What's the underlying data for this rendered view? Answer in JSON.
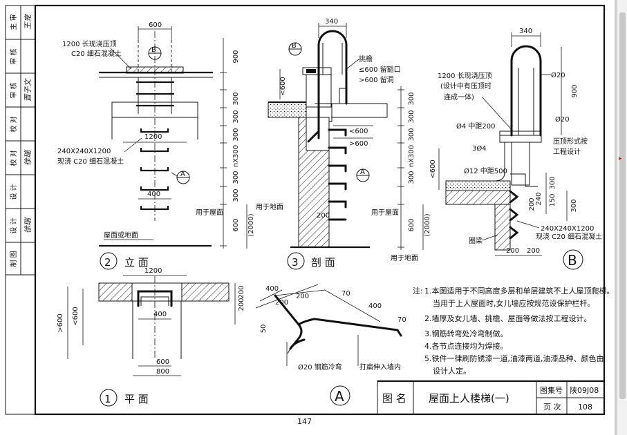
{
  "viewer": {
    "page_number": "147",
    "page_marker": "▸"
  },
  "sheet": {
    "title_block": {
      "atlas_label": "图集号",
      "atlas_number": "陕09J08",
      "drawing_name_label": "图  名",
      "drawing_name": "屋面上人楼梯(一)",
      "page_label": "页  次",
      "page_value": "108"
    },
    "side_strip": [
      {
        "role": "主  审",
        "signature": "王宠"
      },
      {
        "role": "审  核",
        "signature": ""
      },
      {
        "role": "审  核",
        "signature": "晋子文"
      },
      {
        "role": "校  对",
        "signature": ""
      },
      {
        "role": "校  对",
        "signature": "徐瑞"
      },
      {
        "role": "设  计",
        "signature": ""
      },
      {
        "role": "设  计",
        "signature": "徐瑞"
      },
      {
        "role": "制  图",
        "signature": ""
      }
    ],
    "view_elevation": {
      "number": "2",
      "title": "立    面",
      "dims": [
        "600",
        "1200",
        "400",
        "900",
        "300",
        "300",
        "300",
        "nX300",
        "300",
        "300",
        "600",
        "(2000)"
      ],
      "labels": {
        "cap_top": "1200 长现浇压顶",
        "cap_concrete": "C20 细石混凝土",
        "footing_size": "240X240X1200",
        "footing_concrete": "现浇 C20 细石混凝土",
        "roof_or_floor": "屋面或地面",
        "for_roof": "用于屋面",
        "for_ground": "用于地面",
        "section_marker": "B",
        "detail_marker": "A"
      }
    },
    "view_section": {
      "number": "3",
      "title": "剖    面",
      "dims": [
        "340",
        "<600",
        "<600",
        ">600",
        "300",
        "300",
        "300",
        "nX300",
        "300",
        "200",
        "600",
        "(2000)"
      ],
      "labels": {
        "parapet": "挑檐",
        "opening_a": "≤600 留豁口",
        "opening_b": ">600 留洞",
        "for_roof": "用于屋面",
        "for_ground": "用于地面",
        "section_marker": "B",
        "detail_marker": "A"
      }
    },
    "view_plan": {
      "number": "1",
      "title": "平    面",
      "dims": [
        "1200",
        "400",
        "600",
        "800",
        "200",
        "200",
        ">600",
        "<600"
      ]
    },
    "view_detail_a": {
      "marker": "A",
      "dims": [
        "400",
        "200",
        "200",
        "400",
        "70",
        "70",
        "50"
      ],
      "labels": {
        "bar": "Ø20 钢筋冷弯",
        "flatten": "打扁伸入墙内"
      }
    },
    "view_detail_b": {
      "marker": "B",
      "dims": [
        "340",
        "900",
        "Ø20",
        "Ø20",
        "Ø4 中距200",
        "3Ø4",
        "Ø12 中距500",
        "<600",
        "300",
        "150",
        "300",
        "240",
        "200",
        "200",
        "200"
      ],
      "labels": {
        "cap_line1": "1200 长现浇压顶",
        "cap_line2": "(设计中有压顶时",
        "cap_line3": "连成一体)",
        "cap_form1": "压顶形式按",
        "cap_form2": "工程设计",
        "footing_size": "240X240X1200",
        "footing_concrete": "现浇 C20 细石混凝土",
        "ring_beam": "圈梁"
      }
    },
    "notes": {
      "heading": "注:",
      "items": [
        "1.本图适用于不同高度多层和单层建筑不上人屋顶爬梯。",
        "当用于上人屋面时,女儿墙应按规范设保护栏杆。",
        "2.墙厚及女儿墙、挑檐、屋面等做法按工程设计。",
        "3.钢筋转弯处冷弯制做。",
        "4.各节点连接均为焊接。",
        "5.铁件一律刷防锈漆一道,油漆两道,油漆品种、颜色由",
        "设计人定。"
      ]
    }
  }
}
